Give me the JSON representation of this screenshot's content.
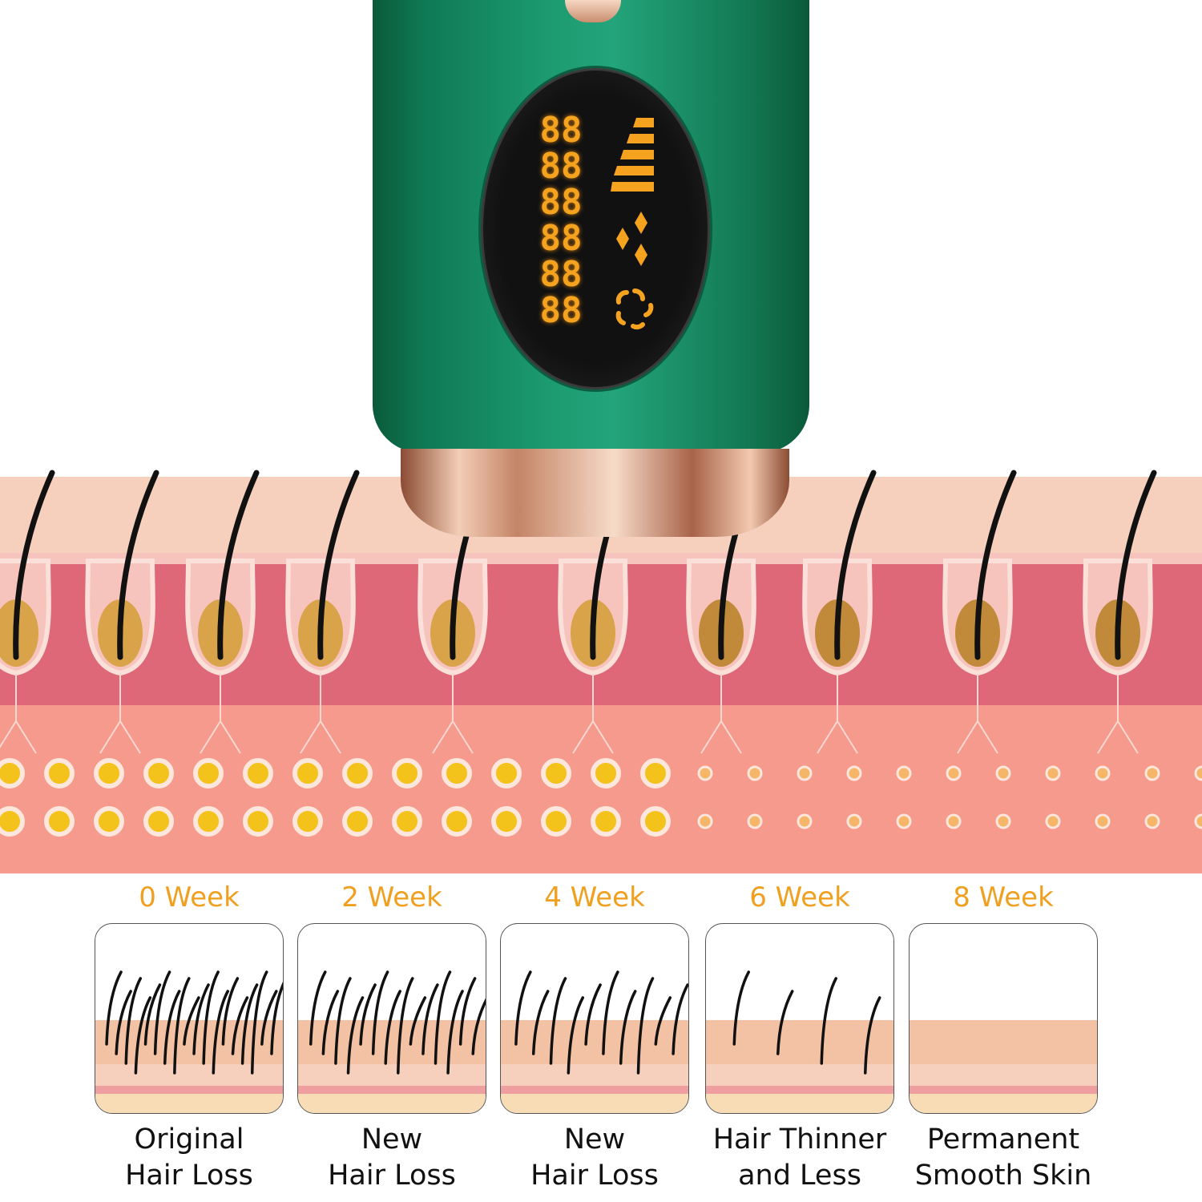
{
  "device": {
    "lcd_rows": [
      "88",
      "88",
      "88",
      "88",
      "88",
      "88"
    ],
    "icons": [
      "energy-level-bars-icon",
      "flash-diamonds-icon",
      "auto-mode-swirl-icon"
    ]
  },
  "stages": [
    {
      "week": "0 Week",
      "caption_line1": "Original",
      "caption_line2": "Hair Loss",
      "hair_count": 18
    },
    {
      "week": "2 Week",
      "caption_line1": "New",
      "caption_line2": "Hair Loss",
      "hair_count": 14
    },
    {
      "week": "4 Week",
      "caption_line1": "New",
      "caption_line2": "Hair Loss",
      "hair_count": 10
    },
    {
      "week": "6 Week",
      "caption_line1": "Hair Thinner",
      "caption_line2": "and Less",
      "hair_count": 4
    },
    {
      "week": "8 Week",
      "caption_line1": "Permanent",
      "caption_line2": "Smooth Skin",
      "hair_count": 0
    }
  ],
  "colors": {
    "accent": "#f0a020",
    "device_green": "#1c9a70",
    "skin_pink": "#e7727a"
  }
}
